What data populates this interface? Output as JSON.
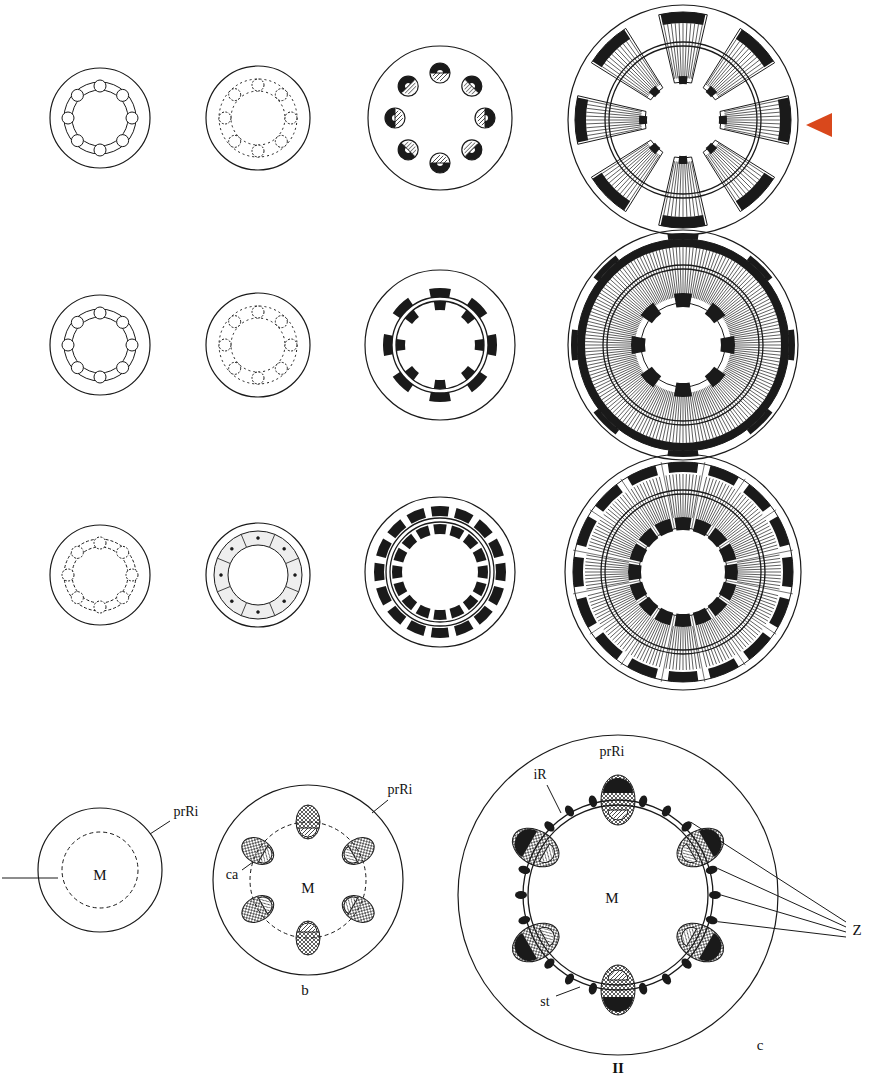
{
  "diagram": {
    "labels": [
      "prRi",
      "M",
      "ca",
      "M",
      "prRi",
      "b",
      "iR",
      "prRi",
      "M",
      "Z",
      "st",
      "c",
      "II"
    ]
  }
}
